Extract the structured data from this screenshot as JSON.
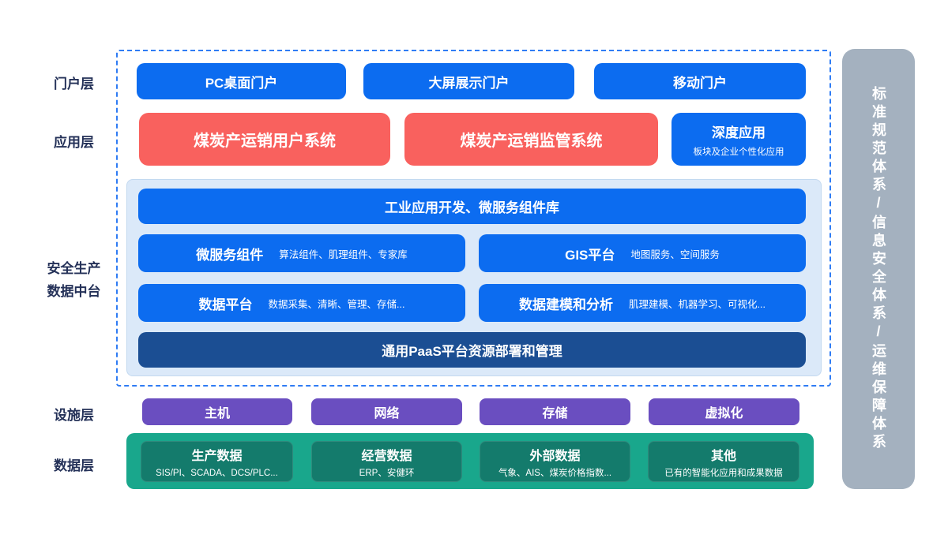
{
  "colors": {
    "primary_blue": "#0c6cf0",
    "accent_red": "#f9615e",
    "navy_bar": "#1b4e93",
    "purple": "#6a4ec0",
    "teal": "#19a78c",
    "teal_dark": "#147b6c",
    "gray_bar": "#a4b1bf",
    "panel_bg": "#dbe9f9",
    "dashed_border": "#2f7cf4",
    "label_text": "#243158"
  },
  "layers": {
    "portal": {
      "label": "门户层",
      "items": [
        "PC桌面门户",
        "大屏展示门户",
        "移动门户"
      ]
    },
    "application": {
      "label": "应用层",
      "items": [
        {
          "title": "煤炭产运销用户系统"
        },
        {
          "title": "煤炭产运销监管系统"
        },
        {
          "title": "深度应用",
          "subtitle": "板块及企业个性化应用"
        }
      ]
    },
    "middle_platform": {
      "label_line1": "安全生产",
      "label_line2": "数据中台",
      "top_bar": "工业应用开发、微服务组件库",
      "components": [
        {
          "title": "微服务组件",
          "subtitle": "算法组件、肌理组件、专家库"
        },
        {
          "title": "GIS平台",
          "subtitle": "地图服务、空间服务"
        },
        {
          "title": "数据平台",
          "subtitle": "数据采集、清晰、管理、存储..."
        },
        {
          "title": "数据建模和分析",
          "subtitle": "肌理建模、机器学习、可视化..."
        }
      ],
      "bottom_bar": "通用PaaS平台资源部署和管理"
    },
    "facility": {
      "label": "设施层",
      "items": [
        "主机",
        "网络",
        "存储",
        "虚拟化"
      ]
    },
    "data": {
      "label": "数据层",
      "items": [
        {
          "title": "生产数据",
          "subtitle": "SIS/PI、SCADA、DCS/PLC..."
        },
        {
          "title": "经营数据",
          "subtitle": "ERP、安健环"
        },
        {
          "title": "外部数据",
          "subtitle": "气象、AIS、煤炭价格指数..."
        },
        {
          "title": "其他",
          "subtitle": "已有的智能化应用和成果数据"
        }
      ]
    },
    "side_system_bar": {
      "text": "标准规范体系/信息安全体系/运维保障体系"
    }
  }
}
